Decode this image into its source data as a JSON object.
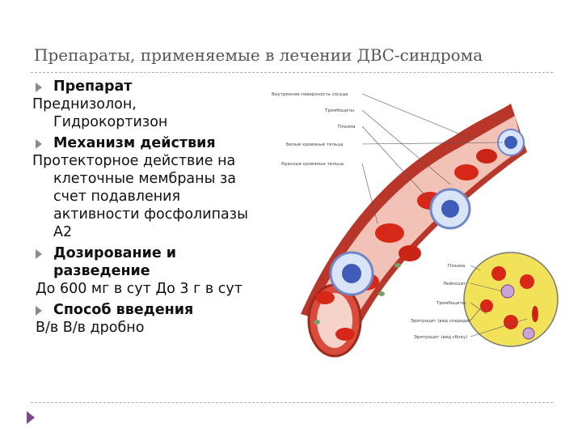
{
  "slide": {
    "title": "Препараты, применяемые в лечении ДВС-синдрома",
    "sections": [
      {
        "heading": "Препарат",
        "text": [
          "Преднизолон,",
          "Гидрокортизон"
        ]
      },
      {
        "heading": "Механизм действия",
        "text": [
          "Протекторное действие на",
          "клеточные мембраны за",
          "счет подавления",
          "активности фосфолипазы",
          "А2"
        ]
      },
      {
        "heading": "Дозирование и",
        "heading2": "разведение",
        "text": [
          "До 600 мг в сут До 3 г в сут"
        ]
      },
      {
        "heading": "Способ введения",
        "text": [
          "В/в В/в дробно"
        ]
      }
    ]
  },
  "figure": {
    "labels_top": [
      "Внутренняя поверхность сосуда",
      "Тромбоциты",
      "Плазма",
      "Белые кровяные тельца",
      "Красные кровяные тельца"
    ],
    "labels_bottom": [
      "Плазма",
      "Лейкоцит",
      "Тромбоциты",
      "Эритроцит (вид спереди)",
      "Эритроцит (вид сбоку)"
    ],
    "colors": {
      "vessel": "#c0392b",
      "rbc": "#d62718",
      "wbc": "#6f86c9",
      "plasma": "#f2e25a"
    }
  }
}
